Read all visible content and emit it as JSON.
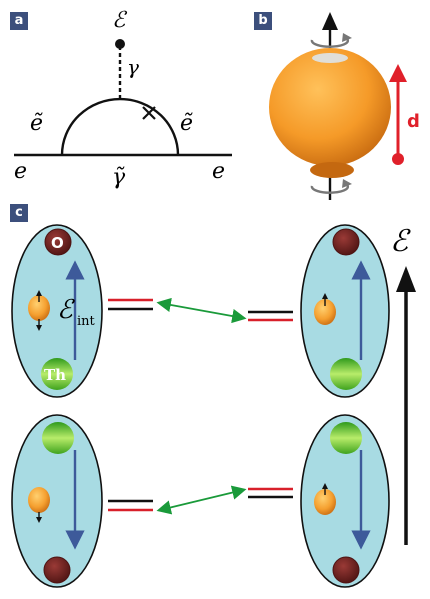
{
  "panels": {
    "a": {
      "tag": "a",
      "labels": {
        "field": "ℰ",
        "photon": "γ",
        "selectron_left": "ẽ",
        "selectron_right": "ẽ",
        "electron_left": "e",
        "electron_right": "e",
        "photino": "γ̃"
      }
    },
    "b": {
      "tag": "b",
      "dipole_label": "d"
    },
    "c": {
      "tag": "c",
      "field_label": "ℰ",
      "internal_field": "ℰ",
      "internal_field_sub": "int",
      "atom_top": "O",
      "atom_bottom": "Th"
    }
  },
  "colors": {
    "panel_tag": "#3c4f7c",
    "molecule_fill": "#a8dbe3",
    "internal_arrow": "#3d5a9a",
    "dipole_arrow": "#e0202a",
    "level_red": "#d8202a",
    "level_black": "#111111",
    "coupling_arrow": "#1a9a3a",
    "oxygen": "#6e1f1f",
    "thorium": "#6ccc2a",
    "electron_orange": "#f0a030"
  },
  "icons": [
    "spin-rotation-icon",
    "arrow-up-icon",
    "arrow-down-icon"
  ]
}
